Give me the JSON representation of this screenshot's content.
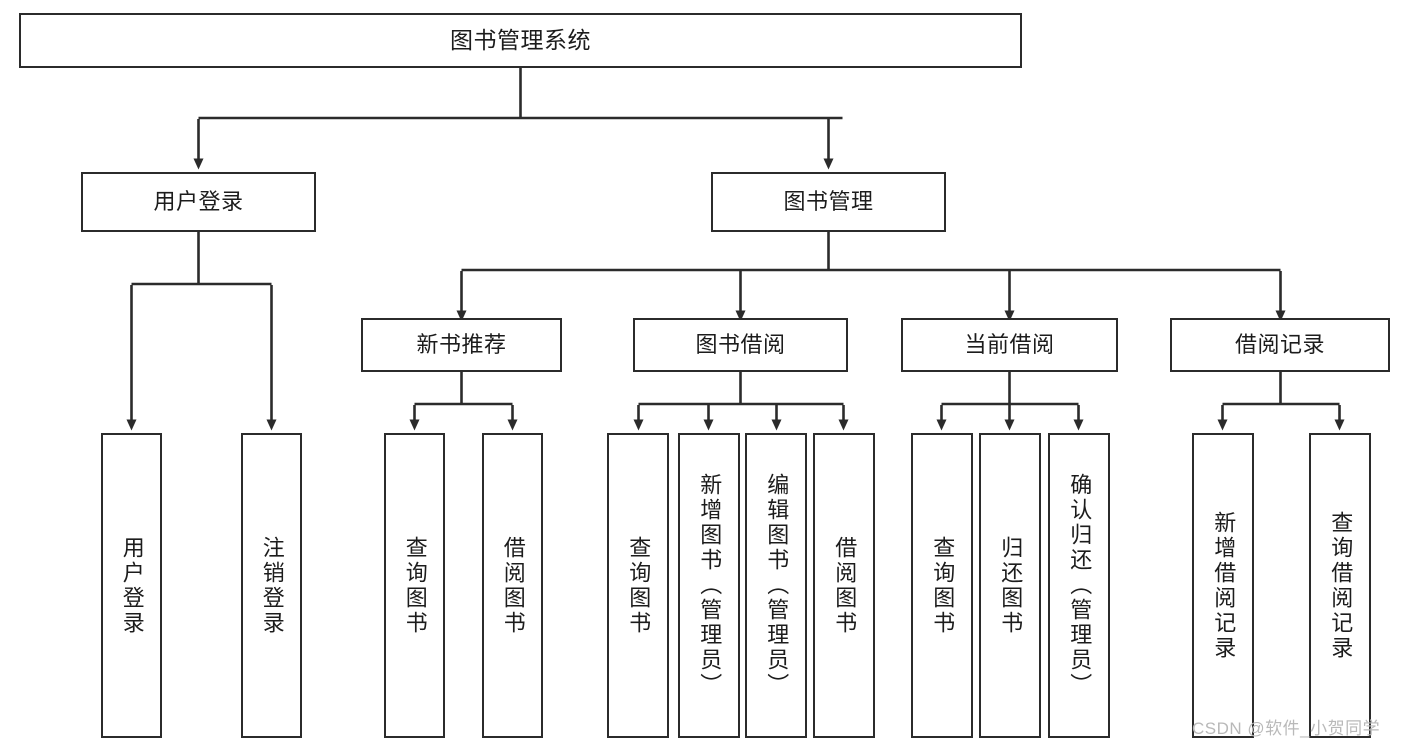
{
  "diagram": {
    "title": "图书管理系统",
    "watermark": "CSDN @软件_小贺同学",
    "style": {
      "box_border": "#2b2b2b",
      "box_fill": "#ffffff",
      "line": "#2b2b2b",
      "text": "#1c1c1c",
      "watermark_color": "#b9b9b9"
    },
    "nodes": {
      "root": {
        "label": "图书管理系统"
      },
      "level2": [
        {
          "id": "user-login",
          "label": "用户登录"
        },
        {
          "id": "book-manage",
          "label": "图书管理"
        }
      ],
      "level3": [
        {
          "id": "new-book-recommend",
          "label": "新书推荐"
        },
        {
          "id": "book-borrow",
          "label": "图书借阅"
        },
        {
          "id": "current-borrow",
          "label": "当前借阅"
        },
        {
          "id": "borrow-record",
          "label": "借阅记录"
        }
      ],
      "leaves": {
        "user-login": [
          {
            "id": "leaf-user-login",
            "label": "用户登录"
          },
          {
            "id": "leaf-logout-login",
            "label": "注销登录"
          }
        ],
        "new-book-recommend": [
          {
            "id": "leaf-query-book-1",
            "label": "查询图书"
          },
          {
            "id": "leaf-borrow-book-1",
            "label": "借阅图书"
          }
        ],
        "book-borrow": [
          {
            "id": "leaf-query-book-2",
            "label": "查询图书"
          },
          {
            "id": "leaf-add-book",
            "label": "新增图书（管理员）"
          },
          {
            "id": "leaf-edit-book",
            "label": "编辑图书（管理员）"
          },
          {
            "id": "leaf-borrow-book-2",
            "label": "借阅图书"
          }
        ],
        "current-borrow": [
          {
            "id": "leaf-query-book-3",
            "label": "查询图书"
          },
          {
            "id": "leaf-return-book",
            "label": "归还图书"
          },
          {
            "id": "leaf-confirm-return",
            "label": "确认归还（管理员）"
          }
        ],
        "borrow-record": [
          {
            "id": "leaf-add-record",
            "label": "新增借阅记录"
          },
          {
            "id": "leaf-query-record",
            "label": "查询借阅记录"
          }
        ]
      }
    }
  }
}
